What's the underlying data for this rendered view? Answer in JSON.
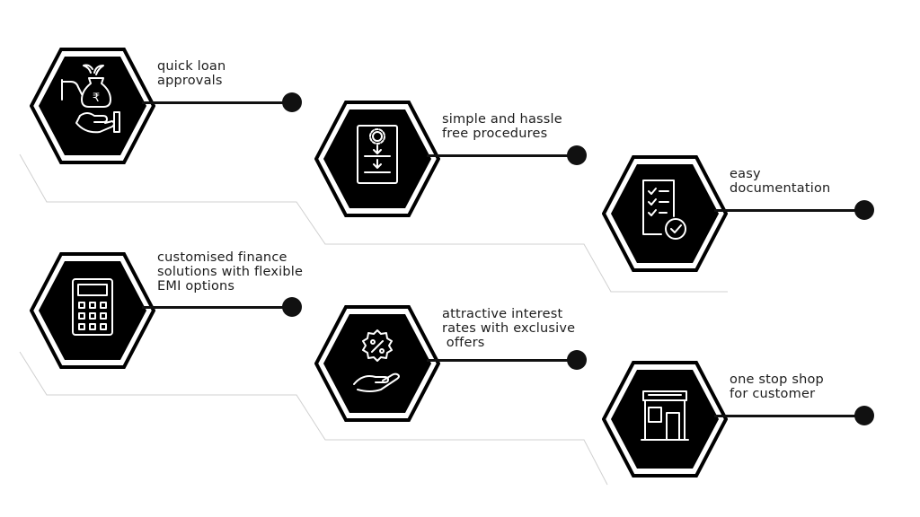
{
  "features": [
    {
      "id": "quick-loan",
      "lines": [
        "quick loan",
        "approvals"
      ],
      "icon": "hand-money-bag-rupee-icon"
    },
    {
      "id": "simple-procedures",
      "lines": [
        "simple and hassle",
        "free procedures"
      ],
      "icon": "process-flow-document-icon"
    },
    {
      "id": "easy-documentation",
      "lines": [
        "easy",
        "documentation"
      ],
      "icon": "checklist-check-icon"
    },
    {
      "id": "customised-finance",
      "lines": [
        "customised finance",
        "solutions with flexible",
        "EMI options"
      ],
      "icon": "calculator-icon"
    },
    {
      "id": "attractive-interest",
      "lines": [
        "attractive interest",
        "rates with exclusive",
        " offers"
      ],
      "icon": "hand-percent-badge-icon"
    },
    {
      "id": "one-stop-shop",
      "lines": [
        "one stop shop",
        "for customer"
      ],
      "icon": "storefront-icon"
    }
  ],
  "colors": {
    "hex_fill": "#000000",
    "hex_outline": "#000000",
    "connector": "#111111",
    "guide_line": "#d0d0d0",
    "text": "#1c1c1c"
  }
}
